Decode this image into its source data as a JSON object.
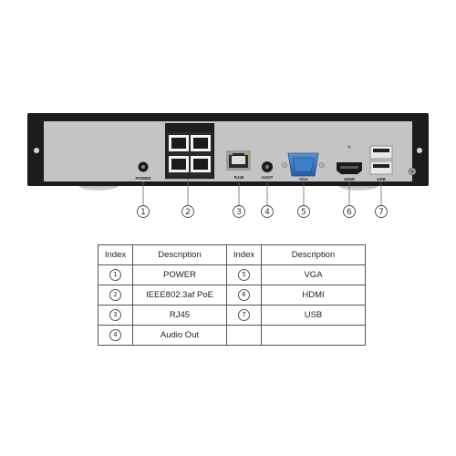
{
  "diagram": {
    "port_labels": {
      "power": "POWER",
      "rj45": "RJ45",
      "aout": "AOUT",
      "vga": "VGA",
      "hdmi": "HDMI",
      "usb": "USB"
    },
    "callouts": [
      "1",
      "2",
      "3",
      "4",
      "5",
      "6",
      "7"
    ]
  },
  "table": {
    "headers": [
      "Index",
      "Description",
      "Index",
      "Description"
    ],
    "rows": [
      {
        "left_index": "1",
        "left_desc": "POWER",
        "right_index": "5",
        "right_desc": "VGA"
      },
      {
        "left_index": "2",
        "left_desc": "IEEE802.3af PoE",
        "right_index": "6",
        "right_desc": "HDMI"
      },
      {
        "left_index": "3",
        "left_desc": "RJ45",
        "right_index": "7",
        "right_desc": "USB"
      },
      {
        "left_index": "4",
        "left_desc": "Audio Out",
        "right_index": "",
        "right_desc": ""
      }
    ]
  },
  "colors": {
    "panel": "#c4c4c4",
    "frame": "#1c1c1c",
    "vga_blue": "#2f6fb8"
  }
}
